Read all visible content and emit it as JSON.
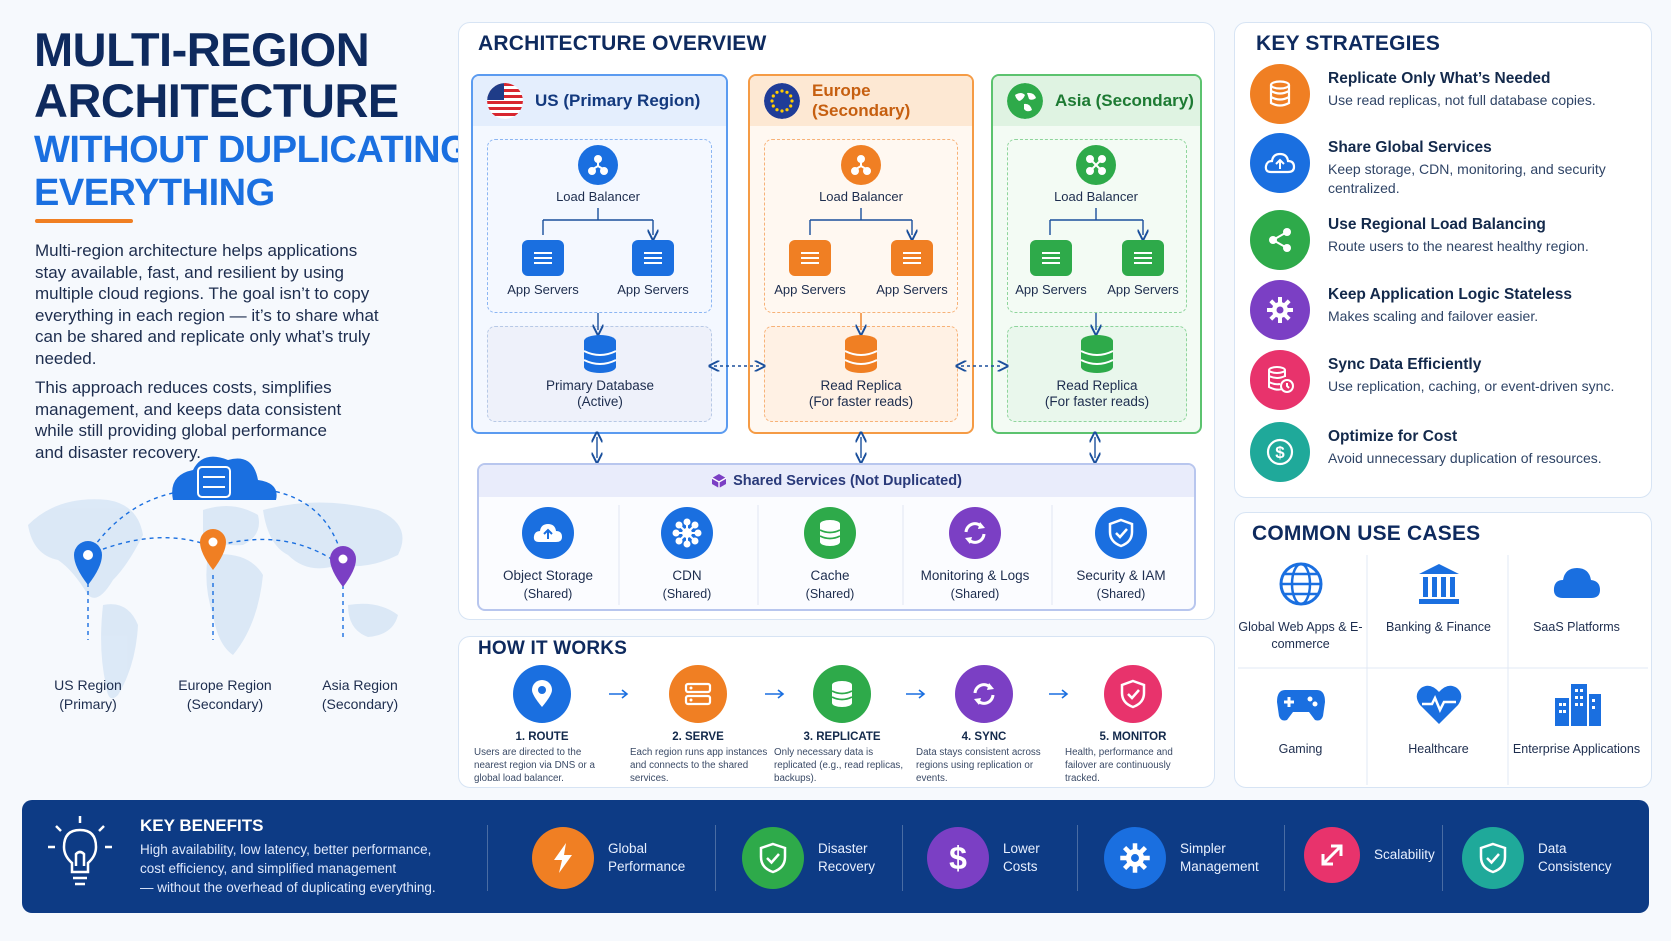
{
  "title": {
    "line1": "MULTI-REGION",
    "line2": "ARCHITECTURE",
    "line3": "WITHOUT DUPLICATING",
    "line4": "EVERYTHING"
  },
  "intro": {
    "p1": "Multi-region architecture helps applications stay available, fast, and resilient by using multiple cloud regions. The goal isn’t to copy everything in each region — it’s to share what can be shared and replicate only what’s truly needed.",
    "p2": "This approach reduces costs, simplifies management, and keeps data consistent while still providing global performance and disaster recovery."
  },
  "map": {
    "pins": [
      {
        "label": "US Region",
        "sub": "(Primary)",
        "color": "#1a6fe0"
      },
      {
        "label": "Europe Region",
        "sub": "(Secondary)",
        "color": "#f07f23"
      },
      {
        "label": "Asia Region",
        "sub": "(Secondary)",
        "color": "#7b3fc4"
      }
    ]
  },
  "architecture": {
    "title": "ARCHITECTURE OVERVIEW",
    "regions": [
      {
        "name": "US (Primary Region)",
        "color": "#1a6fe0",
        "lb": "Load Balancer",
        "app1": "App Servers",
        "app2": "App Servers",
        "db": "Primary Database",
        "db_sub": "(Active)"
      },
      {
        "name": "Europe (Secondary)",
        "color": "#f07f23",
        "lb": "Load Balancer",
        "app1": "App Servers",
        "app2": "App Servers",
        "db": "Read Replica",
        "db_sub": "(For faster reads)"
      },
      {
        "name": "Asia (Secondary)",
        "color": "#2eaa4a",
        "lb": "Load Balancer",
        "app1": "App Servers",
        "app2": "App Servers",
        "db": "Read Replica",
        "db_sub": "(For faster reads)"
      }
    ],
    "shared_title": "Shared Services (Not Duplicated)",
    "shared": [
      {
        "name": "Object Storage",
        "sub": "(Shared)",
        "icon": "cloud-upload-icon",
        "color": "#1a6fe0"
      },
      {
        "name": "CDN",
        "sub": "(Shared)",
        "icon": "network-icon",
        "color": "#1a6fe0"
      },
      {
        "name": "Cache",
        "sub": "(Shared)",
        "icon": "database-icon",
        "color": "#2eaa4a"
      },
      {
        "name": "Monitoring & Logs",
        "sub": "(Shared)",
        "icon": "refresh-icon",
        "color": "#7b3fc4"
      },
      {
        "name": "Security & IAM",
        "sub": "(Shared)",
        "icon": "shield-icon",
        "color": "#1a6fe0"
      }
    ]
  },
  "how": {
    "title": "HOW IT WORKS",
    "steps": [
      {
        "title": "1. ROUTE",
        "desc": "Users are directed to the nearest region via DNS or a global load balancer.",
        "color": "#1a6fe0",
        "icon": "location-pin-icon"
      },
      {
        "title": "2. SERVE",
        "desc": "Each region runs app instances and connects to the shared services.",
        "color": "#f07f23",
        "icon": "server-icon"
      },
      {
        "title": "3. REPLICATE",
        "desc": "Only necessary data is replicated (e.g., read replicas, backups).",
        "color": "#2eaa4a",
        "icon": "database-icon"
      },
      {
        "title": "4. SYNC",
        "desc": "Data stays consistent across regions using replication or events.",
        "color": "#7b3fc4",
        "icon": "sync-icon"
      },
      {
        "title": "5. MONITOR",
        "desc": "Health, performance and failover are continuously tracked.",
        "color": "#e8336c",
        "icon": "shield-icon"
      }
    ]
  },
  "strategies": {
    "title": "KEY STRATEGIES",
    "items": [
      {
        "title": "Replicate Only What’s Needed",
        "desc": "Use read replicas, not full database copies.",
        "color": "#f07f23",
        "icon": "database-icon"
      },
      {
        "title": "Share Global Services",
        "desc": "Keep storage, CDN, monitoring, and security centralized.",
        "color": "#1a6fe0",
        "icon": "cloud-icon"
      },
      {
        "title": "Use Regional Load Balancing",
        "desc": "Route users to the nearest healthy region.",
        "color": "#2eaa4a",
        "icon": "share-icon"
      },
      {
        "title": "Keep Application Logic Stateless",
        "desc": "Makes scaling and failover easier.",
        "color": "#7b3fc4",
        "icon": "gear-icon"
      },
      {
        "title": "Sync Data Efficiently",
        "desc": "Use replication, caching, or event-driven sync.",
        "color": "#e8336c",
        "icon": "database-sync-icon"
      },
      {
        "title": "Optimize for Cost",
        "desc": "Avoid unnecessary duplication of resources.",
        "color": "#1fa99a",
        "icon": "dollar-icon"
      }
    ]
  },
  "use_cases": {
    "title": "COMMON USE CASES",
    "items": [
      {
        "label": "Global Web Apps & E-commerce",
        "icon": "globe-icon"
      },
      {
        "label": "Banking & Finance",
        "icon": "bank-icon"
      },
      {
        "label": "SaaS Platforms",
        "icon": "cloud-icon"
      },
      {
        "label": "Gaming",
        "icon": "gamepad-icon"
      },
      {
        "label": "Healthcare",
        "icon": "heart-icon"
      },
      {
        "label": "Enterprise Applications",
        "icon": "buildings-icon"
      }
    ]
  },
  "benefits": {
    "title": "KEY BENEFITS",
    "desc_line1": "High availability, low latency, better performance,",
    "desc_line2": "cost efficiency, and simplified management",
    "desc_line3": "— without the overhead of duplicating everything.",
    "items": [
      {
        "l1": "Global",
        "l2": "Performance",
        "color": "#f07f23",
        "icon": "lightning-icon"
      },
      {
        "l1": "Disaster",
        "l2": "Recovery",
        "color": "#2eaa4a",
        "icon": "shield-check-icon"
      },
      {
        "l1": "Lower",
        "l2": "Costs",
        "color": "#7b3fc4",
        "icon": "dollar-icon"
      },
      {
        "l1": "Simpler",
        "l2": "Management",
        "color": "#1a6fe0",
        "icon": "gear-icon"
      },
      {
        "l1": "Scalability",
        "l2": "",
        "color": "#e8336c",
        "icon": "expand-icon"
      },
      {
        "l1": "Data",
        "l2": "Consistency",
        "color": "#1fa99a",
        "icon": "shield-check-icon"
      }
    ]
  }
}
